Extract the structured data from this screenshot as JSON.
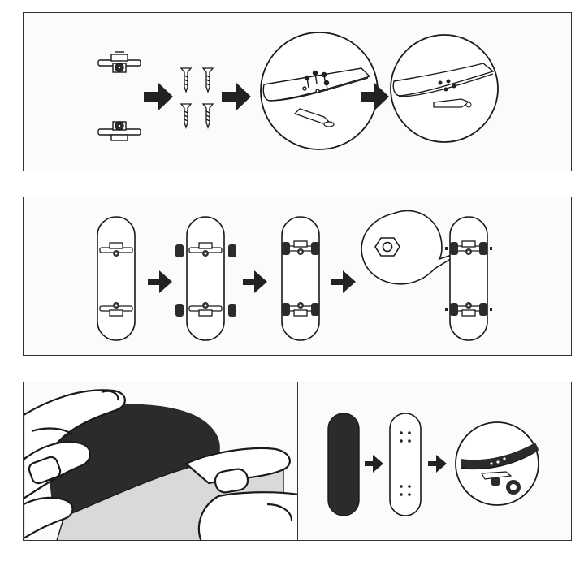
{
  "diagram": {
    "steps": [
      {
        "id": "trucks-and-screws",
        "icons": [
          "truck-icon",
          "screw-icon",
          "deck-closeup-icon"
        ]
      },
      {
        "id": "wheels-and-nuts",
        "icons": [
          "deck-icon",
          "wheel-icon",
          "nut-icon"
        ]
      },
      {
        "id": "grip-tape",
        "icons": [
          "hand-icon",
          "grip-tape-icon",
          "finished-board-icon"
        ]
      }
    ],
    "colors": {
      "ink": "#1a1a1a",
      "paper": "#fbfbfb",
      "tape": "#d9d9d9",
      "deck": "#2b2b2b"
    }
  }
}
